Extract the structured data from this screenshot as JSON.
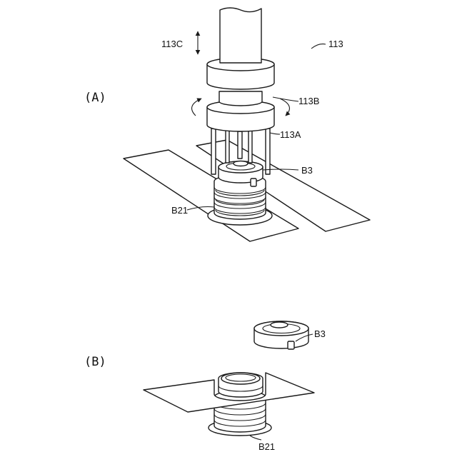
{
  "panels": {
    "a": "(A)",
    "b": "(B)"
  },
  "labels": {
    "tool": "113",
    "vertical_motion": "113C",
    "rotation": "113B",
    "claws": "113A",
    "part_a": "B3",
    "base_a": "B21",
    "part_b": "B3",
    "base_b": "B21"
  }
}
